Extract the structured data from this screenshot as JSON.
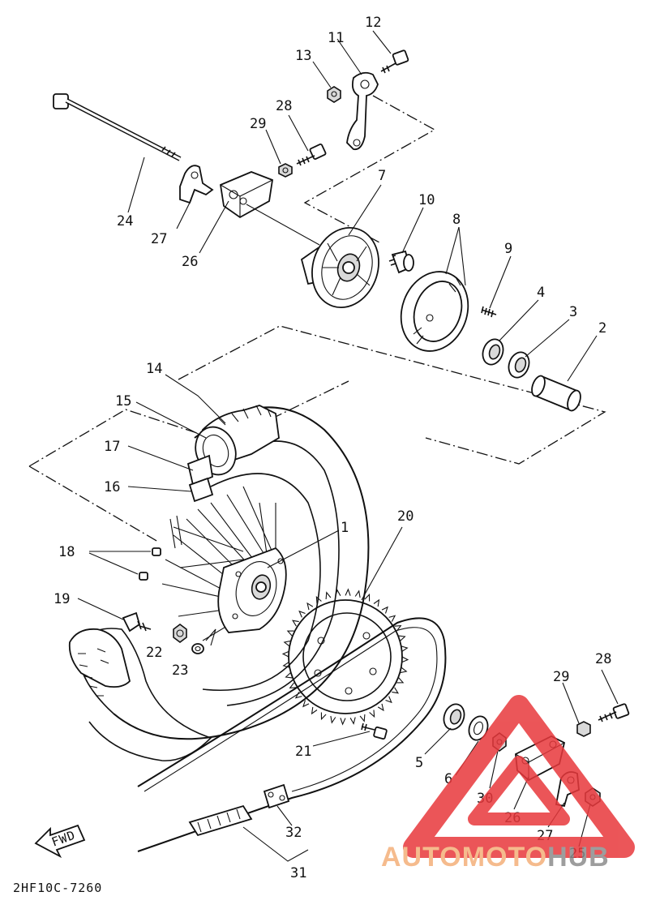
{
  "diagram": {
    "code": "2HF10C-7260",
    "fwd_label": "FWD",
    "callouts": [
      {
        "id": "c12",
        "text": "12"
      },
      {
        "id": "c11",
        "text": "11"
      },
      {
        "id": "c13",
        "text": "13"
      },
      {
        "id": "c28a",
        "text": "28"
      },
      {
        "id": "c29a",
        "text": "29"
      },
      {
        "id": "c7",
        "text": "7"
      },
      {
        "id": "c10",
        "text": "10"
      },
      {
        "id": "c8",
        "text": "8"
      },
      {
        "id": "c9",
        "text": "9"
      },
      {
        "id": "c4",
        "text": "4"
      },
      {
        "id": "c3",
        "text": "3"
      },
      {
        "id": "c2",
        "text": "2"
      },
      {
        "id": "c24",
        "text": "24"
      },
      {
        "id": "c27a",
        "text": "27"
      },
      {
        "id": "c26a",
        "text": "26"
      },
      {
        "id": "c14",
        "text": "14"
      },
      {
        "id": "c15",
        "text": "15"
      },
      {
        "id": "c17",
        "text": "17"
      },
      {
        "id": "c16",
        "text": "16"
      },
      {
        "id": "c1",
        "text": "1"
      },
      {
        "id": "c20",
        "text": "20"
      },
      {
        "id": "c18",
        "text": "18"
      },
      {
        "id": "c19",
        "text": "19"
      },
      {
        "id": "c22",
        "text": "22"
      },
      {
        "id": "c23",
        "text": "23"
      },
      {
        "id": "c28b",
        "text": "28"
      },
      {
        "id": "c29b",
        "text": "29"
      },
      {
        "id": "c21",
        "text": "21"
      },
      {
        "id": "c5",
        "text": "5"
      },
      {
        "id": "c6",
        "text": "6"
      },
      {
        "id": "c30",
        "text": "30"
      },
      {
        "id": "c26b",
        "text": "26"
      },
      {
        "id": "c27b",
        "text": "27"
      },
      {
        "id": "c25",
        "text": "25"
      },
      {
        "id": "c32",
        "text": "32"
      },
      {
        "id": "c31",
        "text": "31"
      }
    ]
  },
  "watermark": {
    "text_part1": "AUTOMOTO",
    "text_part2": "HUB",
    "color_triangle": "#e8383c",
    "color_text_part1": "#f4b07a",
    "color_text_part2": "#8c8c8c"
  }
}
